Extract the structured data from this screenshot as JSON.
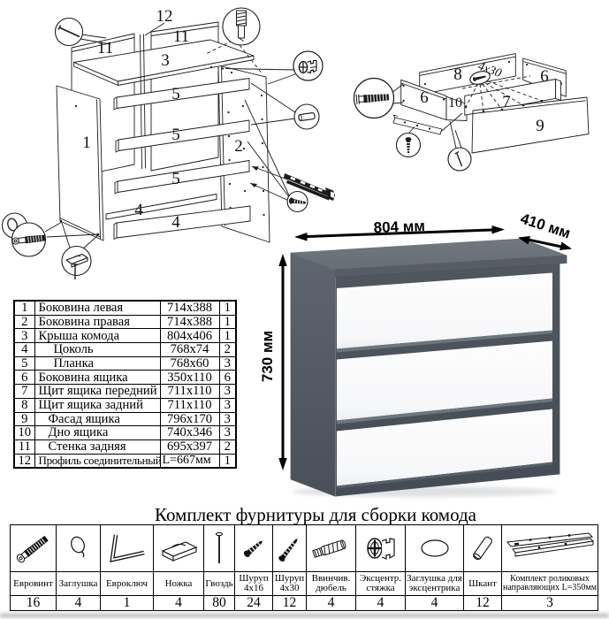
{
  "dimensions": {
    "width_label": "804 мм",
    "depth_label": "410 мм",
    "height_label": "730 мм"
  },
  "diagram_frame": {
    "labels": {
      "p12": "12",
      "p11_left": "11",
      "p11_right": "11",
      "p3": "3",
      "p5_1": "5",
      "p5_2": "5",
      "p5_3": "5",
      "p1": "1",
      "p2": "2",
      "p4_1": "4",
      "p4_2": "4"
    }
  },
  "diagram_drawer": {
    "labels": {
      "p8": "8",
      "p6_left": "6",
      "p6_right": "6",
      "p10": "10",
      "p7": "7",
      "p9": "9"
    },
    "screw_note": "4x30"
  },
  "parts_table": {
    "rows": [
      {
        "num": "1",
        "name": "Боковина левая",
        "size": "714x388",
        "qty": "1"
      },
      {
        "num": "2",
        "name": "Боковина правая",
        "size": "714x388",
        "qty": "1"
      },
      {
        "num": "3",
        "name": "Крыша комода",
        "size": "804x406",
        "qty": "1"
      },
      {
        "num": "4",
        "name": "Цоколь",
        "size": "768x74",
        "qty": "2"
      },
      {
        "num": "5",
        "name": "Планка",
        "size": "768x60",
        "qty": "3"
      },
      {
        "num": "6",
        "name": "Боковина ящика",
        "size": "350x110",
        "qty": "6"
      },
      {
        "num": "7",
        "name": "Щит ящика передний",
        "size": "711x110",
        "qty": "3"
      },
      {
        "num": "8",
        "name": "Щит ящика задний",
        "size": "711x110",
        "qty": "3"
      },
      {
        "num": "9",
        "name": "Фасад ящика",
        "size": "796x170",
        "qty": "3"
      },
      {
        "num": "10",
        "name": "Дно ящика",
        "size": "740x346",
        "qty": "3"
      },
      {
        "num": "11",
        "name": "Стенка задняя",
        "size": "695x397",
        "qty": "2"
      },
      {
        "num": "12",
        "name": "Профиль соединительный",
        "size": "L=667мм",
        "qty": "1"
      }
    ]
  },
  "hardware": {
    "title": "Комплект фурнитуры для сборки комода",
    "items": [
      {
        "name": "Евровинт",
        "qty": "16"
      },
      {
        "name": "Заглушка",
        "qty": "4"
      },
      {
        "name": "Евроключ",
        "qty": "1"
      },
      {
        "name": "Ножка",
        "qty": "4"
      },
      {
        "name": "Гвоздь",
        "qty": "80"
      },
      {
        "name": "Шуруп 4x16",
        "qty": "24"
      },
      {
        "name": "Шуруп 4x30",
        "qty": "12"
      },
      {
        "name": "Ввинчив. дюбель",
        "qty": "4"
      },
      {
        "name": "Эксцентр. стяжка",
        "qty": "4"
      },
      {
        "name": "Заглушка для эксцентрика",
        "qty": "4"
      },
      {
        "name": "Шкант",
        "qty": "12"
      },
      {
        "name": "Комплект роликовых направляющих L=350мм",
        "qty": "3"
      }
    ]
  }
}
